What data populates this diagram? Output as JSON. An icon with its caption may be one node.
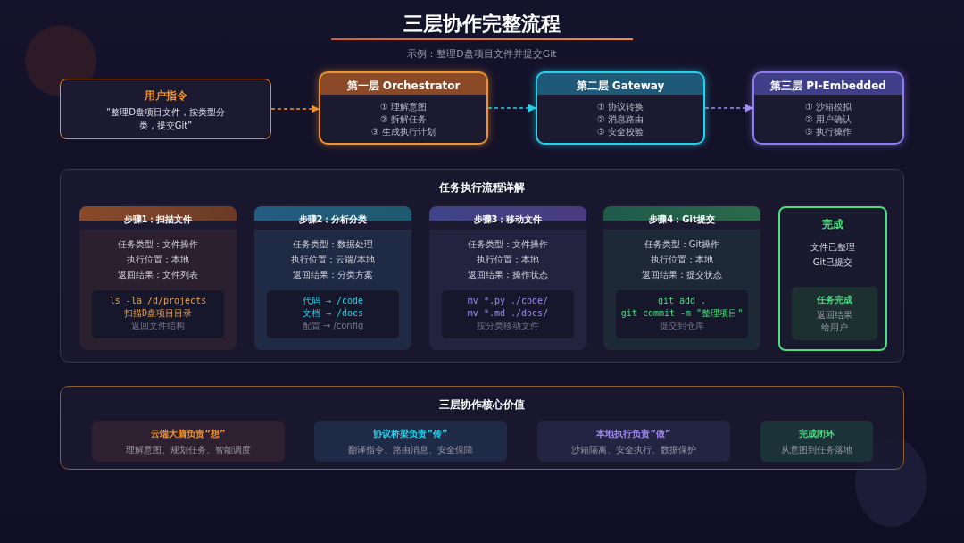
{
  "diagram": {
    "title": "三层协作完整流程",
    "nodes": [
      {
        "text": [
          "用户指令",
          "“整理D盘项目文件，按类型分类，提交Git”"
        ]
      },
      {
        "text": [
          "第一层 Orchestrator",
          "① 理解意图",
          "② 拆解任务",
          "③ 生成执行计划"
        ]
      },
      {
        "text": [
          "第二层 Gateway",
          "① 协议转换",
          "② 消息路由",
          "③ 安全校验"
        ]
      },
      {
        "text": [
          "第三层 PI-Embedded",
          "① 沙箱模拟",
          "② 用户确认",
          "③ 执行操作"
        ]
      },
      {
        "text": [
          "任务执行流程详解"
        ]
      },
      {
        "text": [
          "步骤1：扫描文件",
          "任务类型：文件操作",
          "执行位置：本地",
          "返回结果：文件列表"
        ],
        "in": 4
      },
      {
        "text": [
          "ls -la /d/projects",
          "扫描D盘项目目录",
          "返回文件结构"
        ],
        "in": 5
      },
      {
        "text": [
          "步骤2：分析分类",
          "任务类型：数据处理",
          "执行位置：云端/本地",
          "返回结果：分类方案"
        ],
        "in": 4
      },
      {
        "text": [
          "代码 → /code",
          "文档 → /docs",
          "配置 → /config"
        ],
        "in": 7
      },
      {
        "text": [
          "步骤3：移动文件",
          "任务类型：文件操作",
          "执行位置：本地",
          "返回结果：操作状态"
        ],
        "in": 4
      },
      {
        "text": [
          "mv *.py ./code/",
          "mv *.md ./docs/",
          "按分类移动文件"
        ],
        "in": 9
      },
      {
        "text": [
          "步骤4：Git提交",
          "任务类型：Git操作",
          "执行位置：本地",
          "返回结果：提交状态"
        ],
        "in": 4
      },
      {
        "text": [
          "git add .",
          "git commit -m \"整理项目\"",
          "提交到仓库"
        ],
        "in": 11
      },
      {
        "text": [
          "完成",
          "文件已整理",
          "Git已提交"
        ],
        "in": 4
      },
      {
        "text": [
          "任务完成",
          "返回结果给用户"
        ],
        "in": 13
      },
      {
        "text": [
          "三层协作核心价值"
        ]
      },
      {
        "text": [
          "云端大脑负责“想”",
          "理解意图、规划任务、智能调度"
        ],
        "in": 15
      },
      {
        "text": [
          "协议桥梁负责“传”",
          "翻译指令、路由消息、安全保障"
        ],
        "in": 15
      },
      {
        "text": [
          "本地执行负责“做”",
          "沙箱隔离、安全执行、数据保护"
        ],
        "in": 15
      },
      {
        "text": [
          "完成闭环",
          "从意图到任务落地"
        ],
        "in": 15
      }
    ],
    "edges": [
      {
        "from": 0,
        "to": 1,
        "arrow": "to",
        "style": "dashed",
        "color": "#f0922e"
      },
      {
        "from": 1,
        "to": 2,
        "arrow": "to",
        "style": "dashed",
        "color": "#22d3ee"
      },
      {
        "from": 2,
        "to": 3,
        "arrow": "to",
        "style": "dashed",
        "color": "#a78bfa"
      }
    ],
    "labels": [
      "示例：整理D盘项目文件并提交Git"
    ]
  }
}
